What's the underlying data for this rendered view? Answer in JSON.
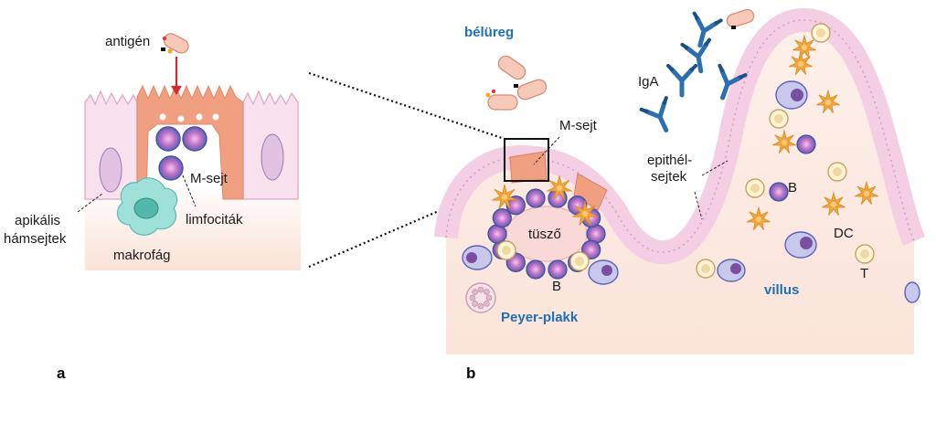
{
  "panel_a": {
    "letter": "a",
    "labels": {
      "antigen": "antigén",
      "m_cell": "M-sejt",
      "lymphocytes": "limfociták",
      "apical_line1": "apikális",
      "apical_line2": "hámsejtek",
      "macrophage": "makrofág"
    }
  },
  "panel_b": {
    "letter": "b",
    "labels": {
      "lumen": "bélüreg",
      "iga": "IgA",
      "m_cell": "M-sejt",
      "epithelial_line1": "epithél-",
      "epithelial_line2": "sejtek",
      "follicle": "tüsző",
      "b_cell_follicle": "B",
      "b_cell_villus": "B",
      "dc": "DC",
      "t_cell": "T",
      "villus": "villus",
      "peyer": "Peyer-plakk"
    }
  },
  "colors": {
    "label_blue": "#1f6fb2",
    "m_cell": "#f0a080",
    "epithelium": "#f4d2e6",
    "tissue": "#fbe6dc",
    "lymphocyte": "#5b63b8",
    "dendritic": "#f0a63a",
    "antibody": "#2c6fb0",
    "arrow": "#d62a2a",
    "macrophage": "#8fd8d0"
  }
}
